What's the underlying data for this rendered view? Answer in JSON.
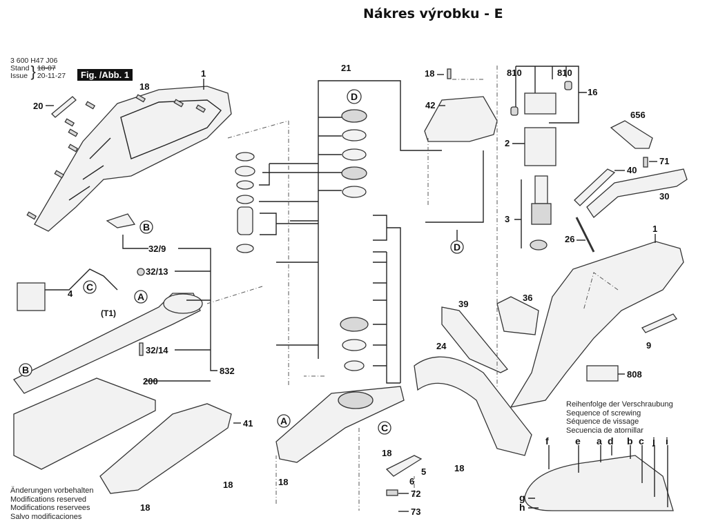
{
  "header": {
    "title": "Nákres výrobku - E"
  },
  "doc_info": {
    "part_number": "3 600 H47 J06",
    "stand_label": "Stand",
    "issue_label": "Issue",
    "old_date": "18-07",
    "issue_date": "20-11-27",
    "figure_badge": "Fig. /Abb. 1"
  },
  "part_labels": {
    "p1": "1",
    "p1b": "1",
    "p18a": "18",
    "p20": "20",
    "p21": "21",
    "p18b": "18",
    "p42": "42",
    "p810a": "810",
    "p810b": "810",
    "p16": "16",
    "p656": "656",
    "p2": "2",
    "p40": "40",
    "p71": "71",
    "p30": "30",
    "p3": "3",
    "p26": "26",
    "p32_9": "32/9",
    "p32_13": "32/13",
    "p32_14": "32/14",
    "p4": "4",
    "pT1": "(T1)",
    "p832": "832",
    "p200": "200",
    "p41": "41",
    "p39": "39",
    "p36": "36",
    "p9": "9",
    "p24": "24",
    "p808": "808",
    "p18c": "18",
    "p18d": "18",
    "p18e": "18",
    "p18f": "18",
    "p18g": "18",
    "p6": "6",
    "p5": "5",
    "p72": "72",
    "p73": "73"
  },
  "callout_letters": {
    "D1": "D",
    "D2": "D",
    "B1": "B",
    "B2": "B",
    "C1": "C",
    "C2": "C",
    "A1": "A",
    "A2": "A"
  },
  "screw_sequence": {
    "lines": [
      "Reihenfolge der Verschraubung",
      "Sequence of screwing",
      "Séquence de vissage",
      "Secuencia de atornillar"
    ],
    "letters": {
      "f": "f",
      "e": "e",
      "a": "a",
      "d": "d",
      "b": "b",
      "c": "c",
      "j": "j",
      "i": "i",
      "g": "g",
      "h": "h"
    }
  },
  "modifications_note": {
    "lines": [
      "Änderungen vorbehalten",
      "Modifications reserved",
      "Modifications reservees",
      "Salvo modificaciones"
    ]
  }
}
